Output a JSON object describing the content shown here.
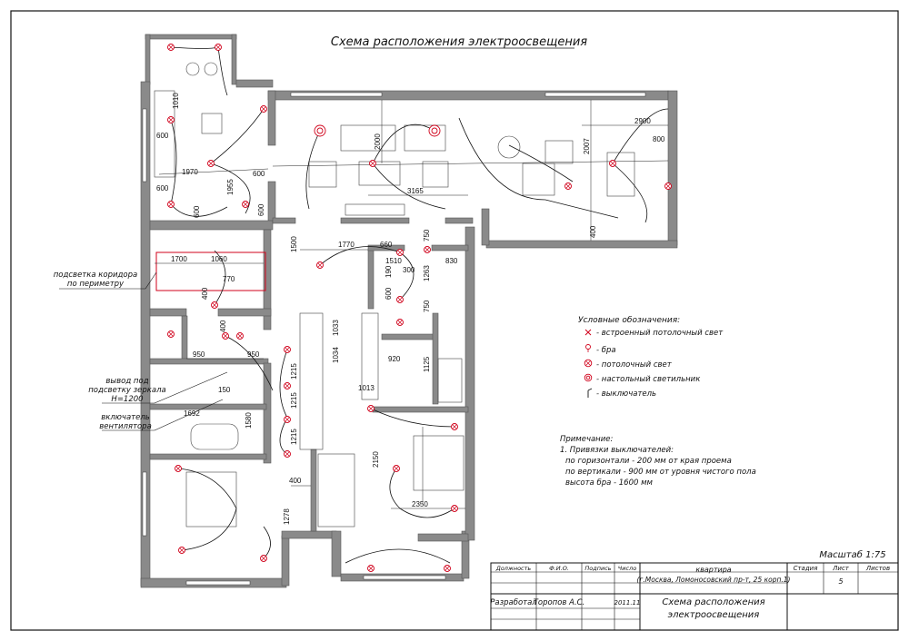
{
  "title": "Схема расположения электроосвещения",
  "scale": "Масштаб 1:75",
  "legend": {
    "heading": "Условные обозначения:",
    "items": [
      {
        "symbol": "x",
        "text": "- встроенный потолочный свет"
      },
      {
        "symbol": "sconce",
        "text": "- бра"
      },
      {
        "symbol": "ceiling",
        "text": "- потолочный свет"
      },
      {
        "symbol": "table",
        "text": "- настольный светильник"
      },
      {
        "symbol": "switch",
        "text": "- выключатель"
      }
    ]
  },
  "notes": {
    "heading": "Примечание:",
    "lines": [
      "1. Привязки выключателей:",
      "по горизонтали - 200 мм от края проема",
      "по вертикали - 900 мм от уровня чистого пола",
      "высота бра - 1600 мм"
    ]
  },
  "callouts": {
    "corridor": [
      "подсветка коридора",
      "по периметру"
    ],
    "mirror": [
      "вывод под",
      "подсветку зеркала",
      "H=1200"
    ],
    "fan": [
      "включатель",
      "вентилятора"
    ]
  },
  "dimensions": {
    "d1010": "1010",
    "d600a": "600",
    "d1970": "1970",
    "d600b": "600",
    "d600c": "600",
    "d1955": "1955",
    "d600d": "600",
    "d600e": "600",
    "d2000": "2000",
    "d3165": "3165",
    "d2007": "2007",
    "d2900": "2900",
    "d800": "800",
    "d400a": "400",
    "d1500": "1500",
    "d1770": "1770",
    "d660": "660",
    "d750": "750",
    "d1700": "1700",
    "d1060": "1060",
    "d1510": "1510",
    "d830": "830",
    "d190": "190",
    "d300": "300",
    "d1263": "1263",
    "d770": "770",
    "d400b": "400",
    "d600f": "600",
    "d750b": "750",
    "d400c": "400",
    "d1033": "1033",
    "d950a": "950",
    "d950b": "950",
    "d1034": "1034",
    "d920": "920",
    "d1125": "1125",
    "d1215a": "1215",
    "d1013": "1013",
    "d150": "150",
    "d1215b": "1215",
    "d1692": "1692",
    "d1580": "1580",
    "d1215c": "1215",
    "d2150": "2150",
    "d400d": "400",
    "d2350": "2350",
    "d1278": "1278"
  },
  "title_block": {
    "headers": [
      "Должность",
      "Ф.И.О.",
      "Подпись",
      "Число"
    ],
    "project": [
      "квартира",
      "(г.Москва, Ломоносовский пр-т, 25 корп.1)"
    ],
    "stage_headers": [
      "Стадия",
      "Лист",
      "Листов"
    ],
    "sheet_no": "5",
    "role": "Разработал",
    "name": "Торопов А.С.",
    "date": "2011.11",
    "drawing_title": [
      "Схема расположения",
      "электроосвещения"
    ]
  },
  "colors": {
    "lamp": "#d0021b",
    "wall": "#8a8a8a",
    "ink": "#111111"
  }
}
